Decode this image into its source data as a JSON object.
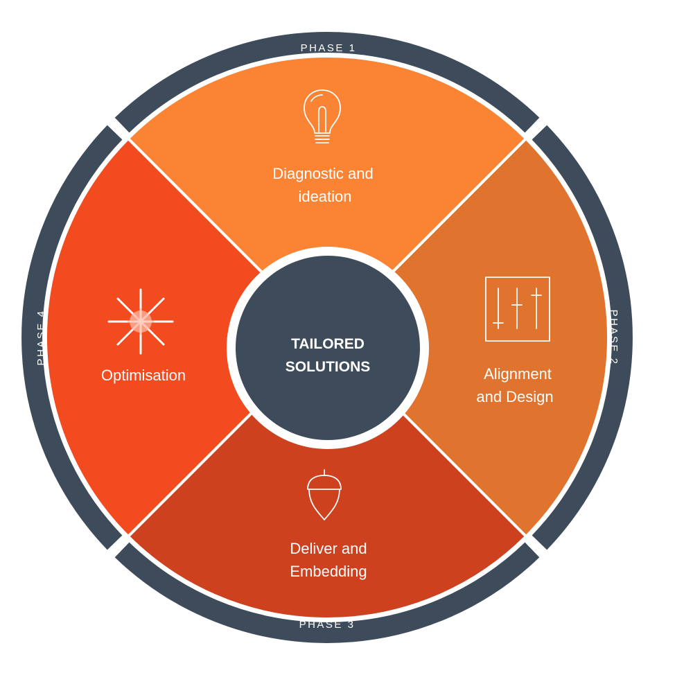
{
  "colors": {
    "ring": "#3d4b5a",
    "segment_top": "#fb8334",
    "segment_right": "#e0732d",
    "segment_bottom": "#cd411e",
    "segment_left": "#f24b1f",
    "center": "#3d4b5a",
    "text": "#ffffff"
  },
  "center": {
    "line1": "TAILORED",
    "line2": "SOLUTIONS"
  },
  "phases": {
    "phase1": "PHASE 1",
    "phase2": "PHASE 2",
    "phase3": "PHASE 3",
    "phase4": "PHASE 4"
  },
  "segments": {
    "top": {
      "line1": "Diagnostic and",
      "line2": "ideation",
      "icon": "lightbulb-icon"
    },
    "right": {
      "line1": "Alignment",
      "line2": "and Design",
      "icon": "sliders-icon"
    },
    "bottom": {
      "line1": "Deliver and",
      "line2": "Embedding",
      "icon": "acorn-icon"
    },
    "left": {
      "line1": "Optimisation",
      "icon": "sparkle-icon"
    }
  }
}
